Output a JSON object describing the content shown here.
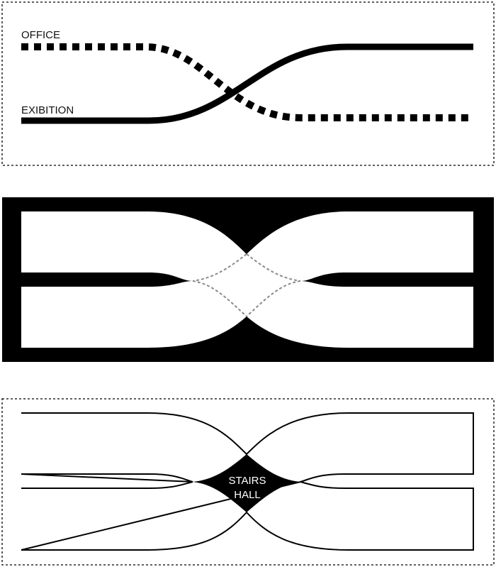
{
  "panel_top": {
    "label_office": "OFFICE",
    "label_exhibition": "EXIBITION"
  },
  "panel_bottom": {
    "label_stairs": "STAIRS",
    "label_hall": "HALL"
  },
  "colors": {
    "ink": "#000000",
    "paper": "#ffffff",
    "dash_gray": "#8a8a8a"
  }
}
